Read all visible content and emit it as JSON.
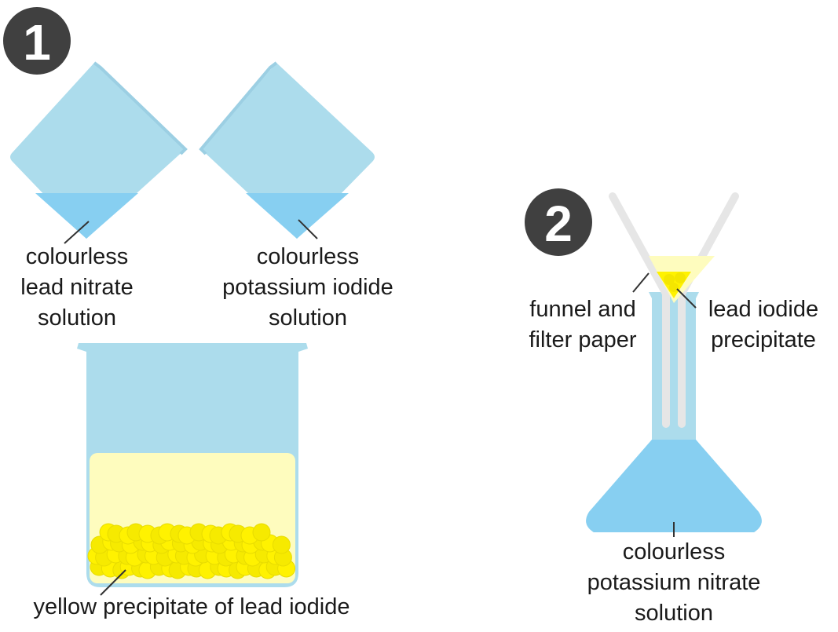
{
  "step_badges": {
    "step1": "1",
    "step2": "2"
  },
  "labels": {
    "lead_nitrate": [
      "colourless",
      "lead nitrate",
      "solution"
    ],
    "potassium_iodide": [
      "colourless",
      "potassium iodide",
      "solution"
    ],
    "yellow_precipitate": "yellow precipitate of lead iodide",
    "funnel": [
      "funnel and",
      "filter paper"
    ],
    "lead_iodide_precipitate": [
      "lead iodide",
      "precipitate"
    ],
    "potassium_nitrate": [
      "colourless",
      "potassium nitrate",
      "solution"
    ]
  },
  "colors": {
    "glass": "#acdcec",
    "solution": "#87cff1",
    "pale_yellow": "#fefcbe",
    "yellow": "#fff200",
    "paper": "#e6e6e6",
    "badge": "#404040"
  },
  "icons": [
    "beaker-icon",
    "conical-flask-icon",
    "funnel-icon"
  ]
}
